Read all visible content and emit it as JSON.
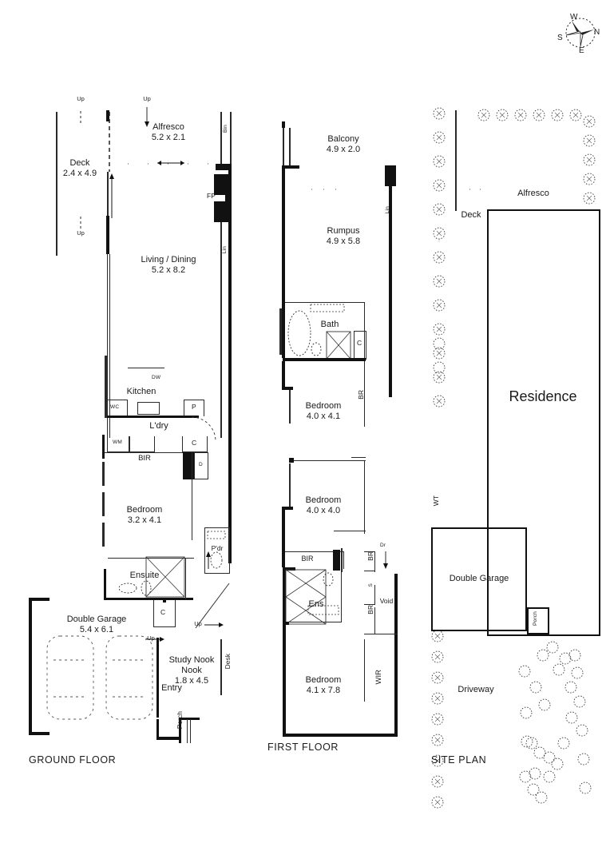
{
  "sheet": {
    "compass": {
      "n": "N",
      "s": "S",
      "e": "E",
      "w": "W"
    }
  },
  "ground_floor": {
    "title": "GROUND FLOOR",
    "rooms": [
      {
        "name": "Alfresco",
        "dim": "5.2 x 2.1"
      },
      {
        "name": "Deck",
        "dim": "2.4 x 4.9"
      },
      {
        "name": "Living / Dining",
        "dim": "5.2 x 8.2"
      },
      {
        "name": "Kitchen",
        "dim": ""
      },
      {
        "name": "L'dry",
        "dim": ""
      },
      {
        "name": "Bedroom",
        "dim": "3.2 x 4.1"
      },
      {
        "name": "Ensuite",
        "dim": ""
      },
      {
        "name": "Double Garage",
        "dim": "5.4 x 6.1"
      },
      {
        "name": "Study Nook",
        "dim": "1.8 x 4.5"
      },
      {
        "name": "Entry",
        "dim": ""
      }
    ],
    "annotations": {
      "up1": "Up",
      "up2": "Up",
      "up3": "Up",
      "up4": "Up",
      "up5": "Up",
      "fp": "FP",
      "bin": "Bin",
      "lin": "Lin",
      "wc": "WC",
      "dw": "DW",
      "pantry": "P",
      "wm": "WM",
      "dryer": "D",
      "cupboard_ldry": "C",
      "bir": "BIR",
      "cupboard_ens": "C",
      "powder": "P'dr",
      "desk": "Desk",
      "porch": "Porch"
    }
  },
  "first_floor": {
    "title": "FIRST FLOOR",
    "rooms": [
      {
        "name": "Balcony",
        "dim": "4.9 x 2.0"
      },
      {
        "name": "Rumpus",
        "dim": "4.9 x 5.8"
      },
      {
        "name": "Bath",
        "dim": ""
      },
      {
        "name": "Bedroom",
        "dim": "4.0 x 4.1"
      },
      {
        "name": "Bedroom",
        "dim": "4.0 x 4.0"
      },
      {
        "name": "Ens",
        "dim": ""
      },
      {
        "name": "Bedroom",
        "dim": "4.1 x 7.8"
      }
    ],
    "annotations": {
      "lin": "Lin",
      "cupboard_bath": "C",
      "br1": "BR",
      "bir": "BIR",
      "br2": "BR",
      "br3": "BR",
      "s": "S",
      "dr": "Dr",
      "void": "Void",
      "wir": "WIR"
    }
  },
  "site_plan": {
    "title": "SITE PLAN",
    "labels": {
      "alfresco": "Alfresco",
      "deck": "Deck",
      "residence": "Residence",
      "wt": "WT",
      "double_garage": "Double Garage",
      "porch": "Porch",
      "driveway": "Driveway"
    }
  }
}
